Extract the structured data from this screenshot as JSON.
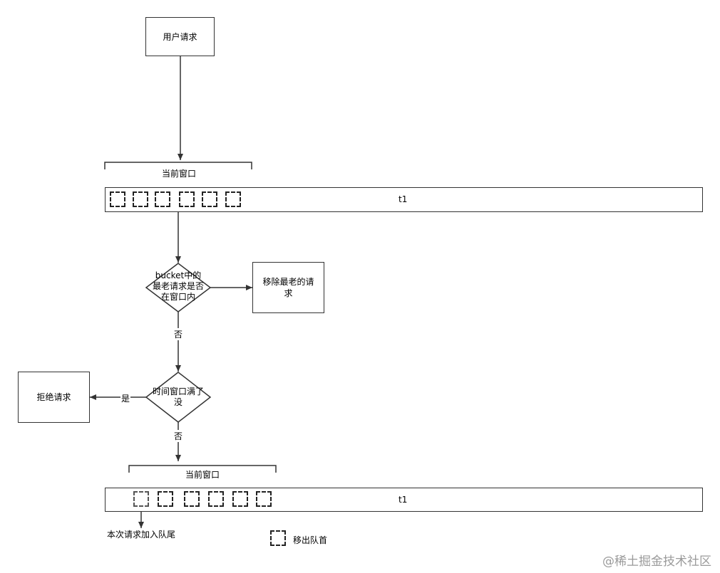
{
  "diagram": {
    "user_request": "用户请求",
    "current_window_top": "当前窗口",
    "bar_top_label": "t1",
    "decision_oldest": "bucket中的最老请求是否在窗口内",
    "remove_oldest": "移除最老的请求",
    "edge_no_1": "否",
    "decision_full": "时间窗口满了没",
    "edge_yes": "是",
    "reject": "拒绝请求",
    "edge_no_2": "否",
    "current_window_bottom": "当前窗口",
    "bar_bottom_label": "t1",
    "enqueue_note": "本次请求加入队尾",
    "dequeue_note": "移出队首"
  },
  "watermark": "@稀土掘金技术社区"
}
